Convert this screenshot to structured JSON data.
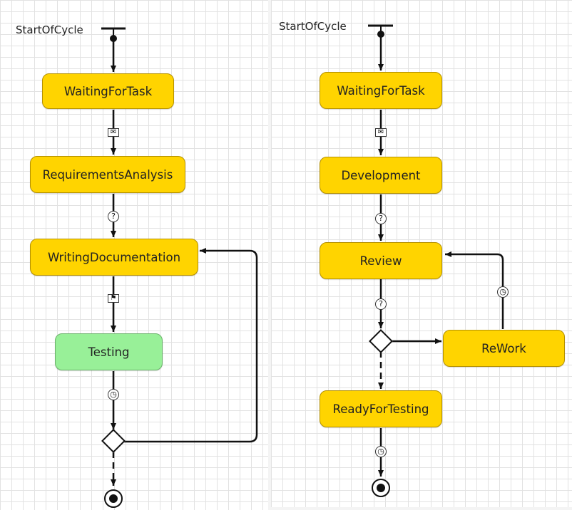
{
  "colors": {
    "state_fill": "#ffd400",
    "active_state_fill": "#98f098",
    "line": "#111111"
  },
  "left_diagram": {
    "start_label": "StartOfCycle",
    "states": {
      "waiting": "WaitingForTask",
      "requirements": "RequirementsAnalysis",
      "documentation": "WritingDocumentation",
      "testing": "Testing"
    },
    "active_state": "Testing",
    "transition_icons": [
      "envelope-icon",
      "question-icon",
      "checkered-flag-icon",
      "clock-icon"
    ]
  },
  "right_diagram": {
    "start_label": "StartOfCycle",
    "states": {
      "waiting": "WaitingForTask",
      "development": "Development",
      "review": "Review",
      "rework": "ReWork",
      "ready": "ReadyForTesting"
    },
    "transition_icons": [
      "envelope-icon",
      "question-icon",
      "question-icon",
      "clock-icon",
      "clock-icon"
    ]
  }
}
